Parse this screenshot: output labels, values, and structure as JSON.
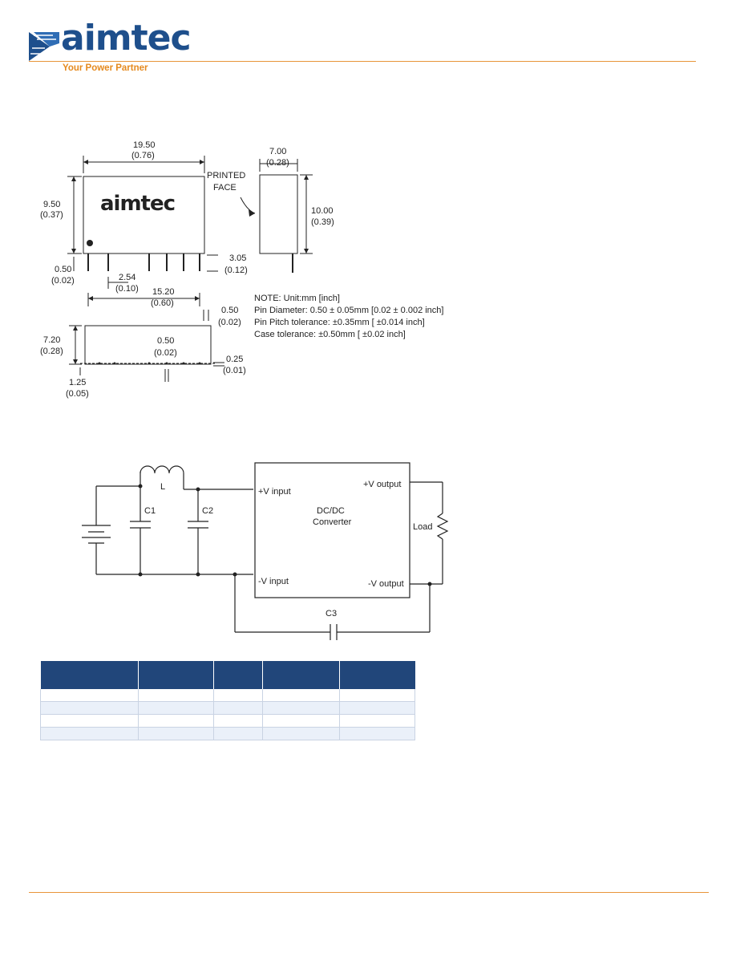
{
  "brand": {
    "name": "aimtec",
    "tagline": "Your Power Partner",
    "primary_color": "#1e4f8c",
    "accent_color": "#e58a1f"
  },
  "mechanical": {
    "length_mm": "19.50",
    "length_in": "(0.76)",
    "height_mm": "9.50",
    "height_in": "(0.37)",
    "pin_len_mm": "0.50",
    "pin_len_in": "(0.02)",
    "pin_pitch_mm": "2.54",
    "pin_pitch_in": "(0.10)",
    "pin_span_mm": "15.20",
    "pin_span_in": "(0.60)",
    "pin_height_mm": "3.05",
    "pin_height_in": "(0.12)",
    "width_mm": "7.00",
    "width_in": "(0.28)",
    "printed_face": [
      "PRINTED",
      "FACE"
    ],
    "side_height_mm": "10.00",
    "side_height_in": "(0.39)",
    "pin_width_mm": "0.50",
    "pin_width_in": "(0.02)",
    "bottom_height_mm": "7.20",
    "bottom_height_in": "(0.28)",
    "bottom_pin_mm": "0.50",
    "bottom_pin_in": "(0.02)",
    "bottom_offset_mm": "0.25",
    "bottom_offset_in": "(0.01)",
    "edge_mm": "1.25",
    "edge_in": "(0.05)",
    "body_logo": "aimtec",
    "notes": [
      "NOTE: Unit:mm [inch]",
      "Pin Diameter: 0.50 ± 0.05mm [0.02 ± 0.002 inch]",
      "Pin Pitch tolerance: ±0.35mm [ ±0.014 inch]",
      "Case tolerance: ±0.50mm [ ±0.02 inch]"
    ]
  },
  "circuit": {
    "inductor": "L",
    "c1": "C1",
    "c2": "C2",
    "c3": "C3",
    "converter": [
      "DC/DC",
      "Converter"
    ],
    "vin_pos": "+V input",
    "vin_neg": "-V input",
    "vout_pos": "+V output",
    "vout_neg": "-V output",
    "load": "Load"
  },
  "table": {
    "header_color": "#21467a",
    "columns": 5,
    "rows": 4
  }
}
